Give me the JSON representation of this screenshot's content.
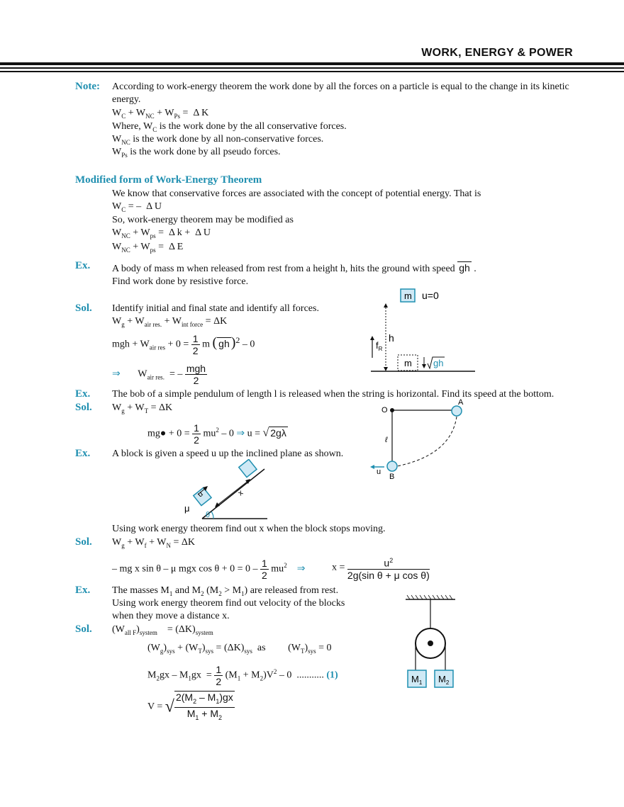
{
  "header": {
    "title": "WORK, ENERGY & POWER"
  },
  "note": {
    "label": "Note:",
    "line1": "According to work-energy theorem the work done by all the forces on a particle is equal to the change in its kinetic",
    "line2": "energy.",
    "eq": "W",
    "where1": "Where, W",
    "where1_rest": " is the work done by the all conservative forces.",
    "where2_rest": " is the work done by all non-conservative forces.",
    "where3_rest": " is the work done by all pseudo forces."
  },
  "modified": {
    "heading": "Modified form of Work-Energy Theorem",
    "line1": "We know that conservative forces are associated with the concept of potential energy. That is",
    "line3": "So, work-energy theorem may be modified as"
  },
  "ex1": {
    "label": "Ex.",
    "text1": "A body of mass m when released from rest from a height h, hits the ground with speed",
    "text2": "Find work done by resistive force.",
    "sol_label": "Sol.",
    "sol1": "Identify initial and final state and identify all forces.",
    "fig": {
      "m_top": "m",
      "u0": "u=0",
      "h": "h",
      "fR": "f",
      "m_bottom": "m",
      "gh": "gh"
    }
  },
  "ex2": {
    "label": "Ex.",
    "text": "The bob of a simple pendulum of length l is released when the string is horizontal. Find its speed at the bottom.",
    "sol_label": "Sol.",
    "fig": {
      "O": "O",
      "A": "A",
      "B": "B",
      "l": "ℓ",
      "u": "u"
    }
  },
  "ex3": {
    "label": "Ex.",
    "text": "A block is given a speed u up the inclined plane as shown.",
    "text2": "Using work energy theorem find out x when the block stops moving.",
    "sol_label": "Sol.",
    "fig": {
      "u": "u",
      "x": "x",
      "mu": "μ",
      "theta": "θ"
    }
  },
  "ex4": {
    "label": "Ex.",
    "text1": "The masses M",
    "text2": "Using work energy theorem find out velocity of the blocks",
    "text3": "when they move a distance x.",
    "sol_label": "Sol.",
    "eqref": "(1)",
    "fig": {
      "M1": "M",
      "M2": "M"
    }
  }
}
